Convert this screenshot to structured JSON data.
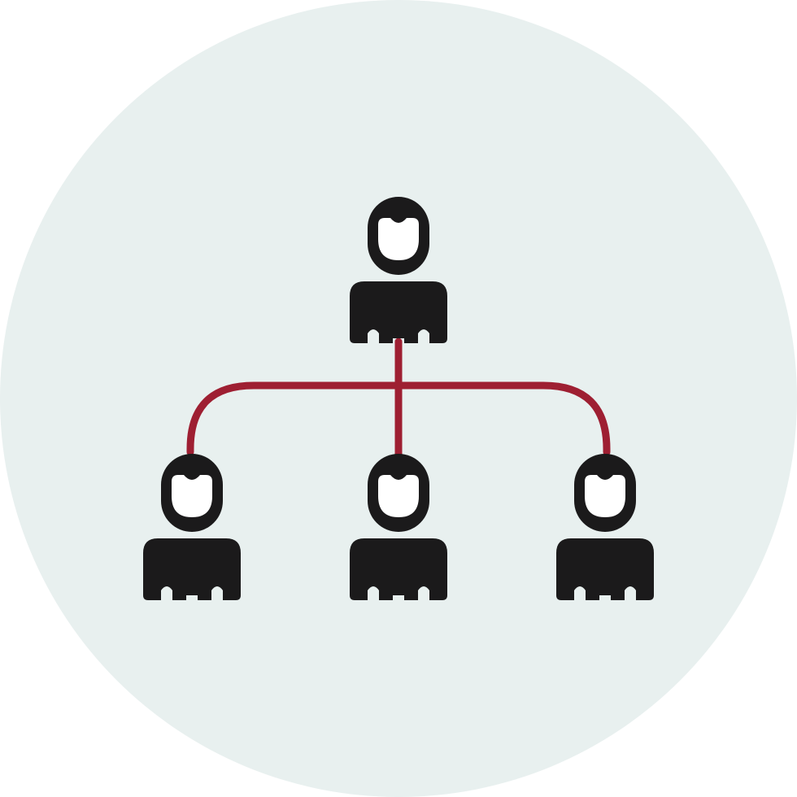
{
  "icon": {
    "name": "organization-hierarchy-icon",
    "colors": {
      "background_circle": "#e8f0ef",
      "person_fill": "#1b1a1b",
      "connector": "#9e1f32",
      "face": "#ffffff"
    },
    "nodes": [
      {
        "role": "parent",
        "name": "person-icon-top"
      },
      {
        "role": "child",
        "name": "person-icon-left"
      },
      {
        "role": "child",
        "name": "person-icon-center"
      },
      {
        "role": "child",
        "name": "person-icon-right"
      }
    ]
  }
}
